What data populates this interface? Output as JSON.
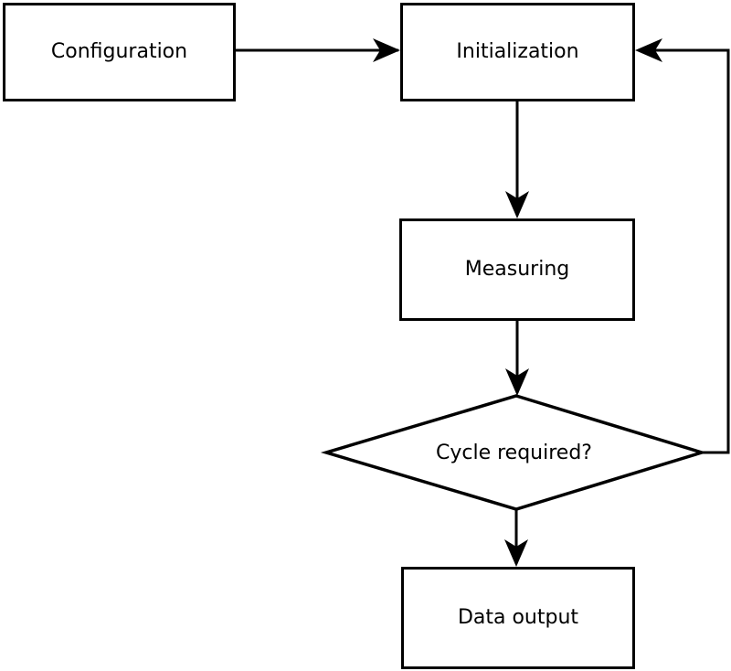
{
  "diagram": {
    "background_color": "#ffffff",
    "line_color": "#000000",
    "nodes": [
      {
        "id": "configuration",
        "shape": "rectangle",
        "label": "Configuration"
      },
      {
        "id": "initialization",
        "shape": "rectangle",
        "label": "Initialization"
      },
      {
        "id": "measuring",
        "shape": "rectangle",
        "label": "Measuring"
      },
      {
        "id": "cycle-required",
        "shape": "diamond",
        "label": "Cycle required?"
      },
      {
        "id": "data-output",
        "shape": "rectangle",
        "label": "Data output"
      }
    ],
    "edges": [
      {
        "from": "configuration",
        "to": "initialization",
        "direction": "right"
      },
      {
        "from": "initialization",
        "to": "measuring",
        "direction": "down"
      },
      {
        "from": "measuring",
        "to": "cycle-required",
        "direction": "down"
      },
      {
        "from": "cycle-required",
        "to": "data-output",
        "direction": "down"
      },
      {
        "from": "cycle-required",
        "to": "initialization",
        "direction": "loop-back-right-up"
      }
    ]
  }
}
